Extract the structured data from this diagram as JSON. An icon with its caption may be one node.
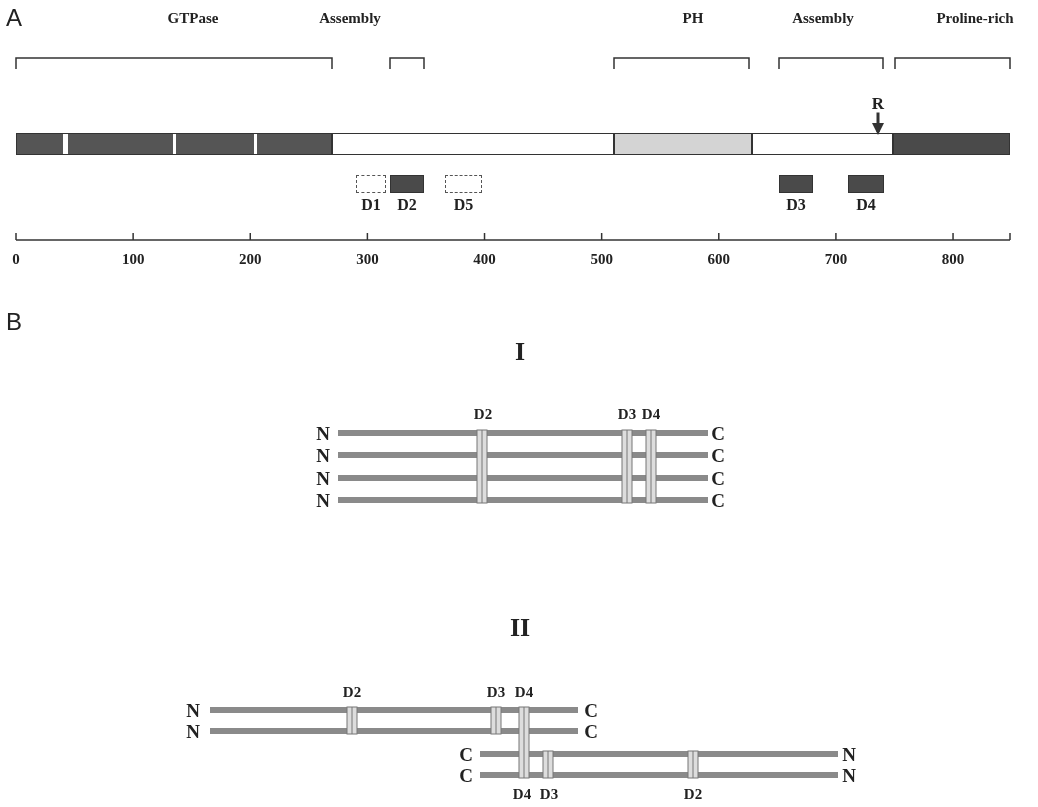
{
  "diagram": {
    "nodes": [
      {
        "text": [],
        "shape": "bar"
      },
      {
        "text": [],
        "shape": "bar"
      },
      {
        "text": [],
        "shape": "bar"
      },
      {
        "text": [],
        "shape": "bar"
      },
      {
        "text": [],
        "shape": "bar"
      },
      {
        "text": [
          "R"
        ]
      },
      {
        "text": [
          "D1"
        ]
      },
      {
        "text": [
          "D2"
        ]
      },
      {
        "text": [
          "D5"
        ]
      },
      {
        "text": [
          "D3"
        ]
      },
      {
        "text": [
          "D4"
        ]
      }
    ],
    "edges": [
      {
        "from": 5,
        "to": 3,
        "arrow": "to"
      }
    ],
    "labels": [
      "A",
      "GTPase",
      "Assembly",
      "PH",
      "Assembly",
      "Proline-rich",
      "0",
      "100",
      "200",
      "300",
      "400",
      "500",
      "600",
      "700",
      "800",
      "B",
      "I",
      "D2",
      "D3",
      "D4",
      "N",
      "C",
      "N",
      "C",
      "N",
      "C",
      "N",
      "C",
      "II",
      "D2",
      "D3",
      "D4",
      "N",
      "C",
      "N",
      "C",
      "C",
      "N",
      "C",
      "N",
      "D4",
      "D3",
      "D2"
    ]
  }
}
